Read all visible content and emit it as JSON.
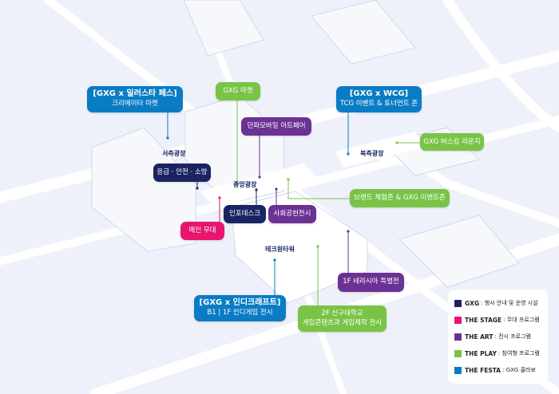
{
  "callouts": {
    "illustar": {
      "title": "[GXG x 일러스타 페스]",
      "sub": "크리에이터 마켓"
    },
    "market": {
      "label": "GXG 마켓"
    },
    "dunfa": {
      "label": "던파모바일 아트페어"
    },
    "emergency": {
      "label": "응급 · 안전 · 소방"
    },
    "info": {
      "label": "인포데스크"
    },
    "social": {
      "label": "사회공헌전시"
    },
    "stage": {
      "label": "메인 무대"
    },
    "brand": {
      "label": "브랜드 체험존 & GXG 이벤트존"
    },
    "wcg": {
      "title": "[GXG x WCG]",
      "sub": "TCG 이벤트 & 토너먼트 존"
    },
    "busking": {
      "label": "GXG 버스킹 라운지"
    },
    "terrasia": {
      "label": "1F 테라시아 특별전"
    },
    "indie": {
      "title": "[GXG x 인디크래프트]",
      "sub": "B1 | 1F 인디게임 전시"
    },
    "shingu": {
      "line1": "2F 신구대학교",
      "line2": "게임콘텐츠과 게임제작 전시"
    }
  },
  "plazas": {
    "west": "서측광장",
    "center": "중앙광장",
    "north": "북측광장",
    "tower": "테크원타워"
  },
  "legend": [
    {
      "name": "GXG",
      "desc": ": 행사 안내 및 운영 시설",
      "color": "#1a2461"
    },
    {
      "name": "THE STAGE",
      "desc": ": 무대 프로그램",
      "color": "#e8156f"
    },
    {
      "name": "THE ART",
      "desc": ": 전시 프로그램",
      "color": "#6b3194"
    },
    {
      "name": "THE PLAY",
      "desc": ": 참여형 프로그램",
      "color": "#79c346"
    },
    {
      "name": "THE FESTA",
      "desc": ": GXG 콜라보",
      "color": "#0a7cc4"
    }
  ]
}
